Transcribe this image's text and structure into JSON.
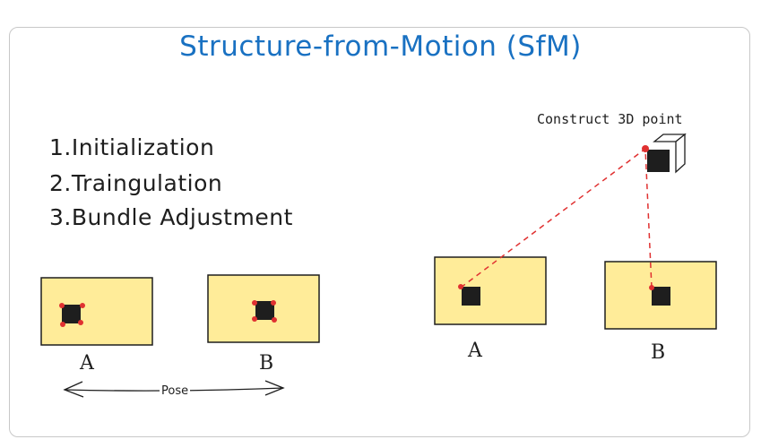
{
  "title": "Structure-from-Motion (SfM)",
  "steps": [
    "1.Initialization",
    "2.Traingulation",
    "3.Bundle Adjustment"
  ],
  "left_diagram": {
    "camera_a": "A",
    "camera_b": "B",
    "arrow_label": "Pose"
  },
  "right_diagram": {
    "camera_a": "A",
    "camera_b": "B",
    "point_label": "Construct 3D point"
  },
  "colors": {
    "title": "#1971c2",
    "image_fill": "#ffec99",
    "feature": "#1e1e1e",
    "keypoint": "#e03131",
    "ray": "#e03131"
  }
}
